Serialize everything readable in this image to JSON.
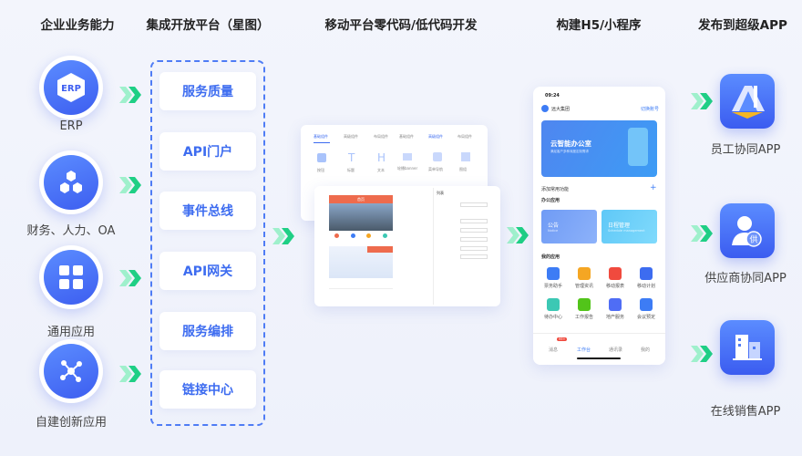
{
  "headers": [
    "企业业务能力",
    "集成开放平台（星图）",
    "移动平台零代码/低代码开发",
    "构建H5/小程序",
    "发布到超级APP"
  ],
  "sources": [
    {
      "label": "ERP",
      "icon": "erp-hexagon-icon",
      "badge": "ERP"
    },
    {
      "label": "财务、人力、OA",
      "icon": "hexagon-cluster-icon"
    },
    {
      "label": "通用应用",
      "icon": "grid-apps-icon"
    },
    {
      "label": "自建创新应用",
      "icon": "network-nodes-icon"
    }
  ],
  "services": [
    "服务质量",
    "API门户",
    "事件总线",
    "API网关",
    "服务编排",
    "链接中心"
  ],
  "editor": {
    "tabs": [
      "基础组件",
      "高级组件",
      "布局组件",
      "基础组件",
      "高级组件",
      "布局组件"
    ],
    "components": [
      "按钮",
      "标题",
      "文本",
      "轮播banner",
      "菜单导航",
      "图组"
    ],
    "preview_title": "首页",
    "panel_title": "列表"
  },
  "phone": {
    "time": "09:24",
    "company": "远大集团",
    "switch": "切换账号",
    "banner_title": "云智能办公室",
    "banner_sub": "满足客户多种深度定制需求",
    "add_func": "添加常用功能",
    "office_apps": "办公应用",
    "notice": "公告",
    "notice_en": "Notice",
    "schedule": "日程管理",
    "schedule_en": "Schedule management",
    "my_apps": "我的应用",
    "apps": [
      {
        "label": "票务助手",
        "color": "#3d7cf5"
      },
      {
        "label": "管理资讯",
        "color": "#f5a623"
      },
      {
        "label": "移动报表",
        "color": "#f04a3e"
      },
      {
        "label": "移动计划",
        "color": "#3d6cf0"
      },
      {
        "label": "待办中心",
        "color": "#3cc8b4"
      },
      {
        "label": "工作报告",
        "color": "#52c41a"
      },
      {
        "label": "地产服务",
        "color": "#4f6df5"
      },
      {
        "label": "会议预定",
        "color": "#3d7cf5"
      }
    ],
    "tabs": [
      "消息",
      "工作台",
      "通讯录",
      "我的"
    ],
    "msg_badge": "99+"
  },
  "targets": [
    {
      "label": "员工协同APP",
      "icon": "collaboration-logo-icon"
    },
    {
      "label": "供应商协同APP",
      "icon": "supplier-user-icon",
      "badge": "供"
    },
    {
      "label": "在线销售APP",
      "icon": "buildings-icon"
    }
  ],
  "colors": {
    "accent": "#3d6cf0",
    "arrow": "#1fcf85"
  }
}
